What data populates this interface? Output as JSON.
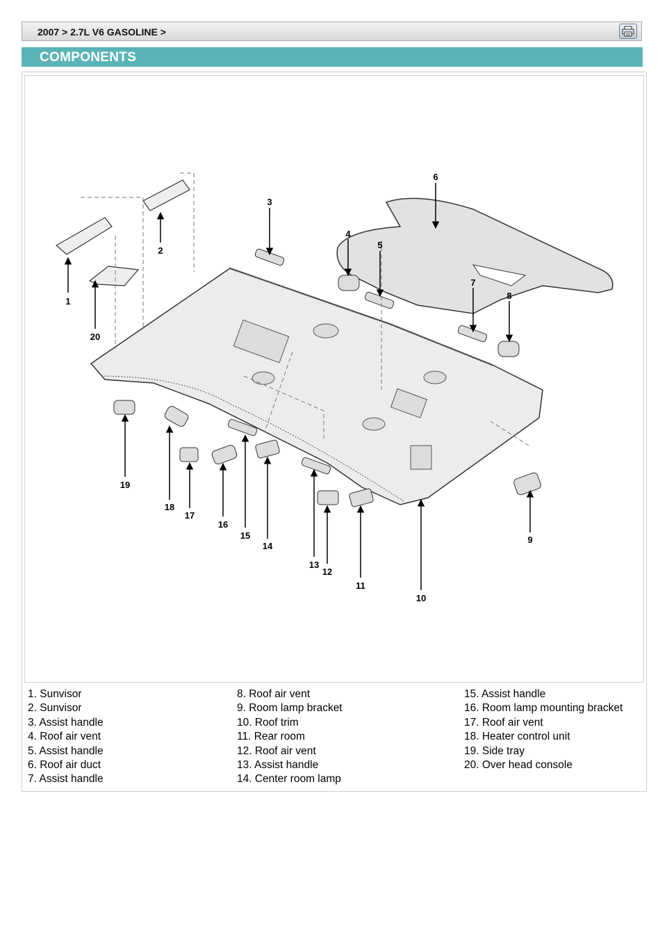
{
  "breadcrumb": "2007 > 2.7L V6 GASOLINE >",
  "section_title": "COMPONENTS",
  "print_icon": "printer-icon",
  "callouts": [
    "1",
    "2",
    "3",
    "4",
    "5",
    "6",
    "7",
    "8",
    "9",
    "10",
    "11",
    "12",
    "13",
    "14",
    "15",
    "16",
    "17",
    "18",
    "19",
    "20"
  ],
  "legend": {
    "col1": [
      "1. Sunvisor",
      "2. Sunvisor",
      "3. Assist handle",
      "4. Roof air vent",
      "5. Assist handle",
      "6. Roof air duct",
      "7. Assist handle"
    ],
    "col2": [
      "8. Roof air vent",
      "9. Room lamp bracket",
      "10.  Roof trim",
      "11. Rear room",
      "12. Roof air vent",
      "13. Assist handle",
      "14.  Center room lamp"
    ],
    "col3": [
      "15. Assist handle",
      "16. Room lamp mounting bracket",
      "17. Roof air vent",
      "18. Heater control unit",
      "19. Side tray",
      "20. Over head console"
    ]
  }
}
